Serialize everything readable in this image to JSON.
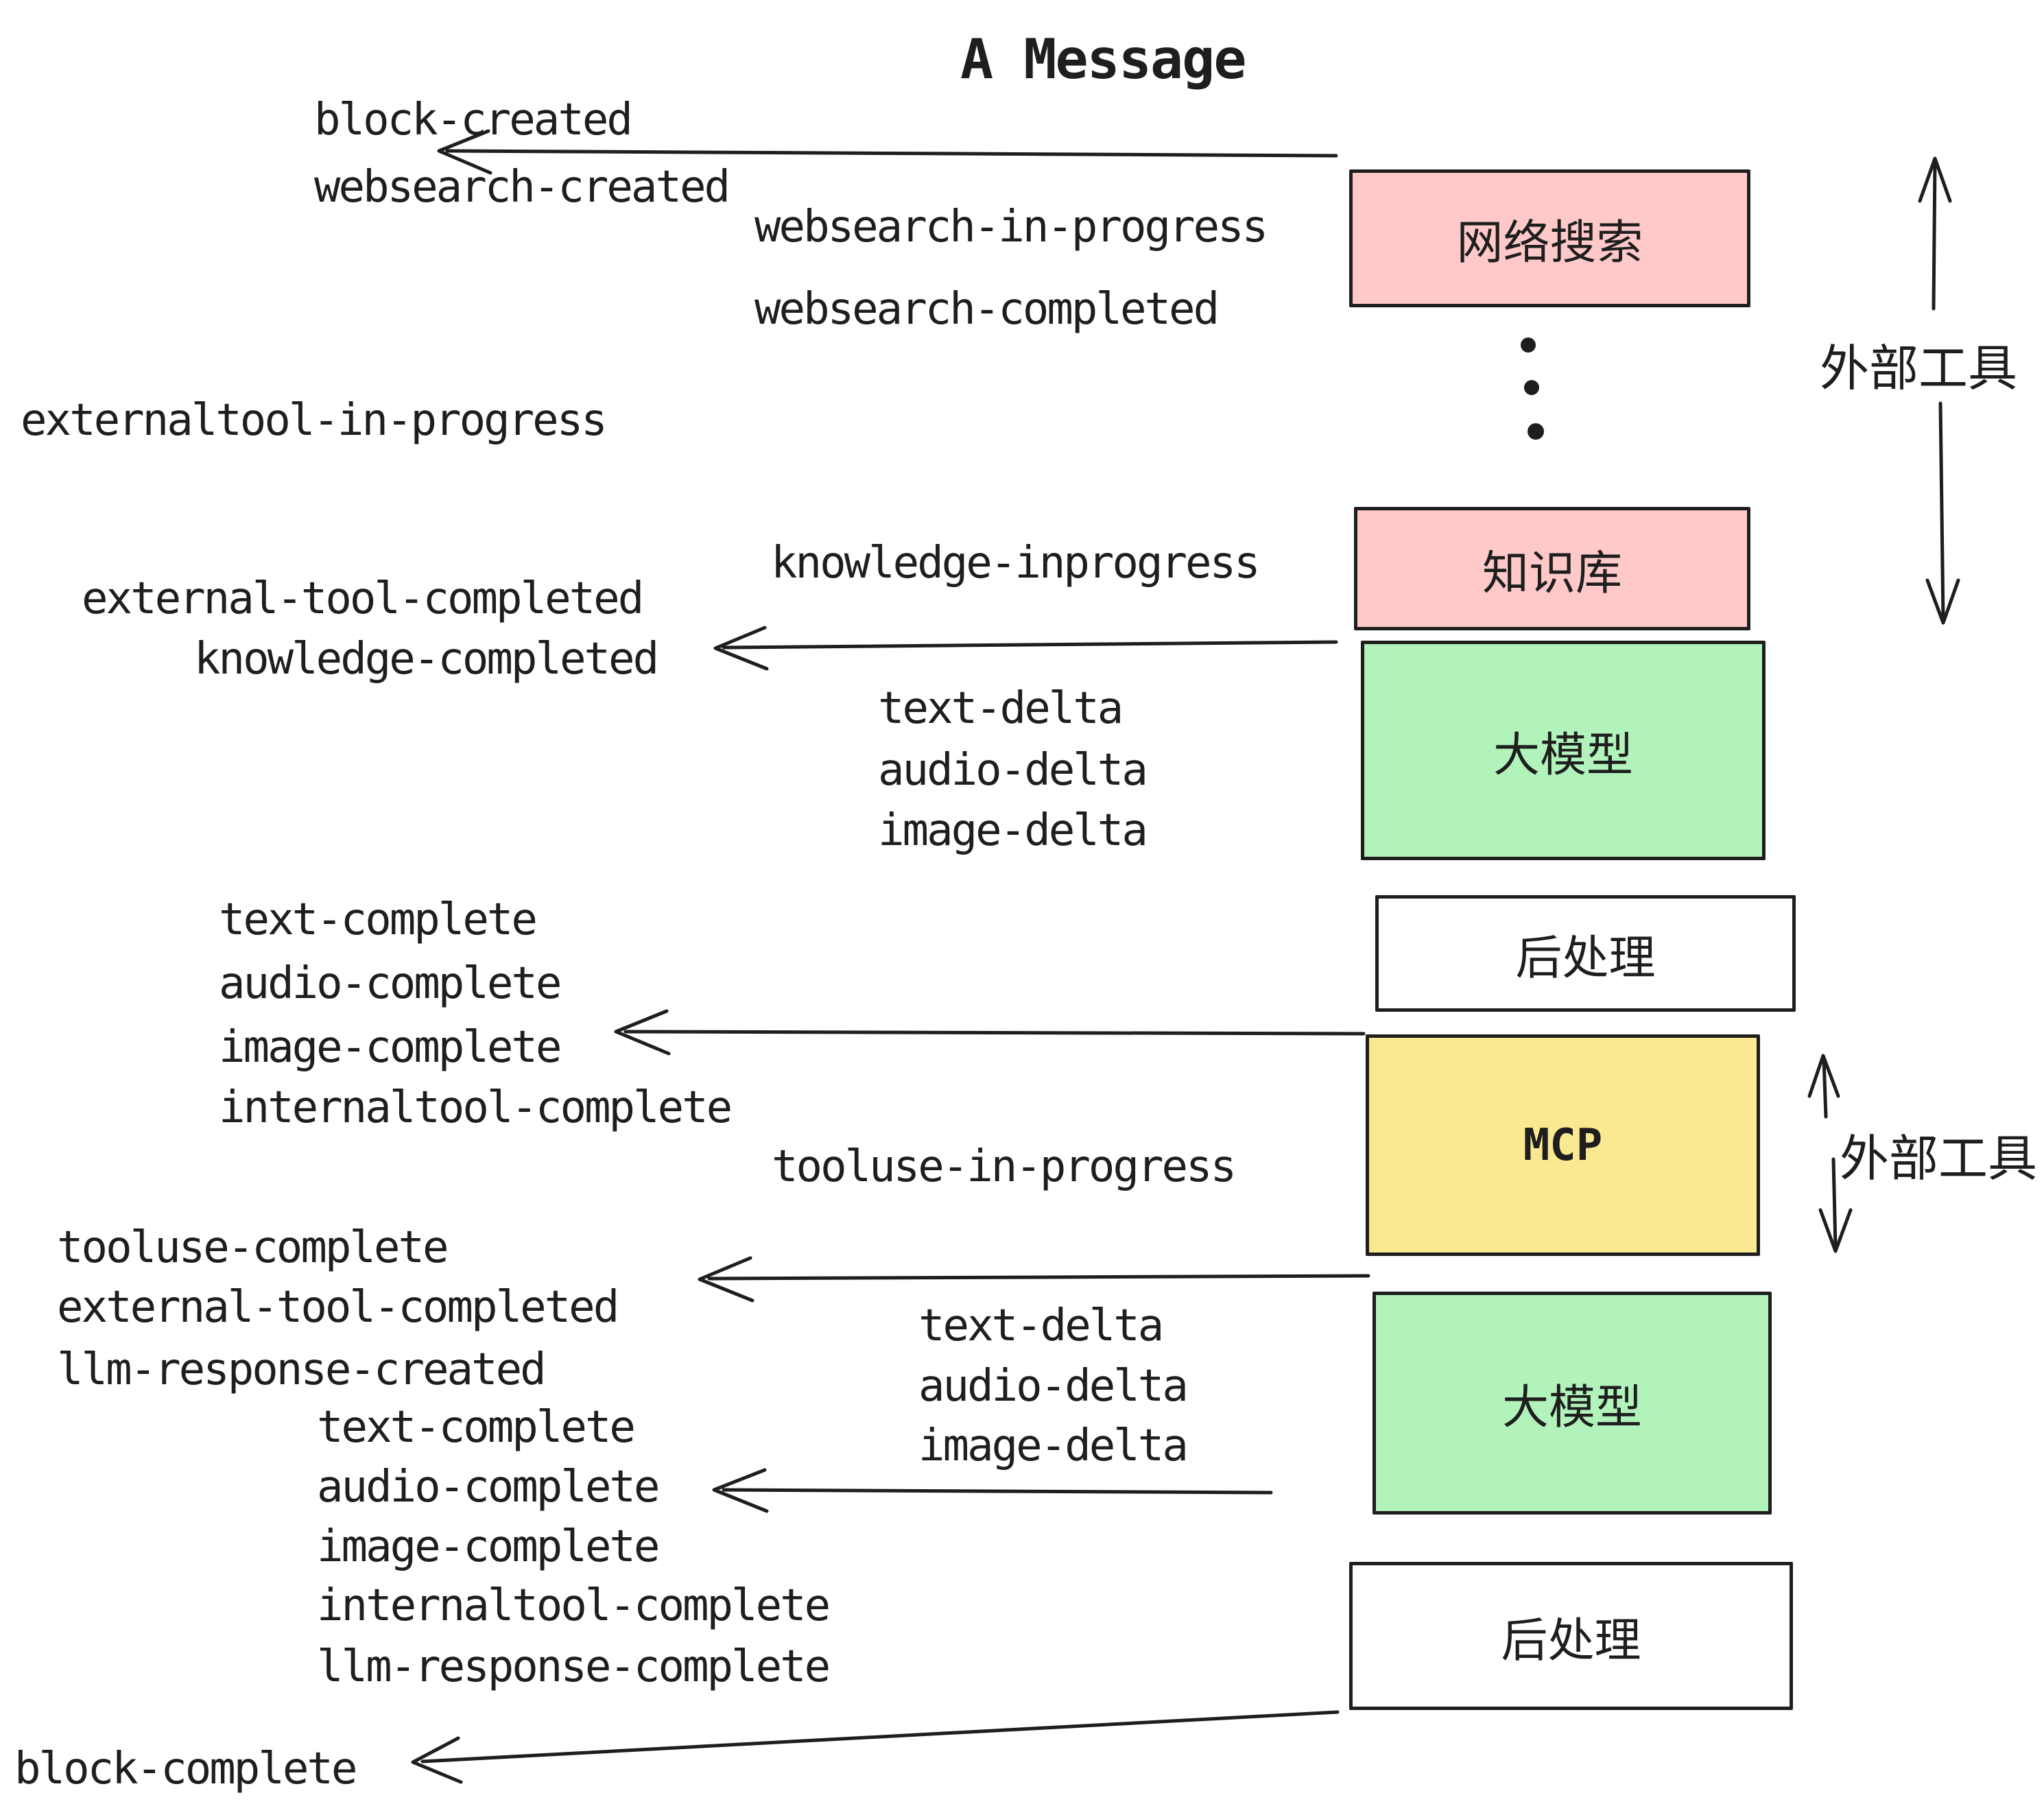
{
  "title": "A Message",
  "colors": {
    "pink": "#ffc9c9",
    "green": "#b2f2bb",
    "yellow": "#fae990",
    "white": "#ffffff",
    "ink": "#1e1e1e"
  },
  "boxes": {
    "websearch": {
      "label": "网络搜索"
    },
    "knowledge": {
      "label": "知识库"
    },
    "llm1": {
      "label": "大模型"
    },
    "post1": {
      "label": "后处理"
    },
    "mcp": {
      "label": "MCP"
    },
    "llm2": {
      "label": "大模型"
    },
    "post2": {
      "label": "后处理"
    }
  },
  "annotations": {
    "external_tools_1": "外部工具",
    "external_tools_2": "外部工具"
  },
  "events": {
    "block_created": "block-created",
    "websearch_created": "websearch-created",
    "websearch_in_progress": "websearch-in-progress",
    "websearch_completed": "websearch-completed",
    "externaltool_in_progress": "externaltool-in-progress",
    "knowledge_inprogress": "knowledge-inprogress",
    "external_tool_completed_1": "external-tool-completed",
    "knowledge_completed": "knowledge-completed",
    "text_delta_1": "text-delta",
    "audio_delta_1": "audio-delta",
    "image_delta_1": "image-delta",
    "text_complete_1": "text-complete",
    "audio_complete_1": "audio-complete",
    "image_complete_1": "image-complete",
    "internaltool_complete_1": "internaltool-complete",
    "tooluse_in_progress": "tooluse-in-progress",
    "tooluse_complete": "tooluse-complete",
    "external_tool_completed_2": "external-tool-completed",
    "llm_response_created": "llm-response-created",
    "text_delta_2": "text-delta",
    "audio_delta_2": "audio-delta",
    "image_delta_2": "image-delta",
    "text_complete_2": "text-complete",
    "audio_complete_2": "audio-complete",
    "image_complete_2": "image-complete",
    "internaltool_complete_2": "internaltool-complete",
    "llm_response_complete": "llm-response-complete",
    "block_complete": "block-complete"
  }
}
